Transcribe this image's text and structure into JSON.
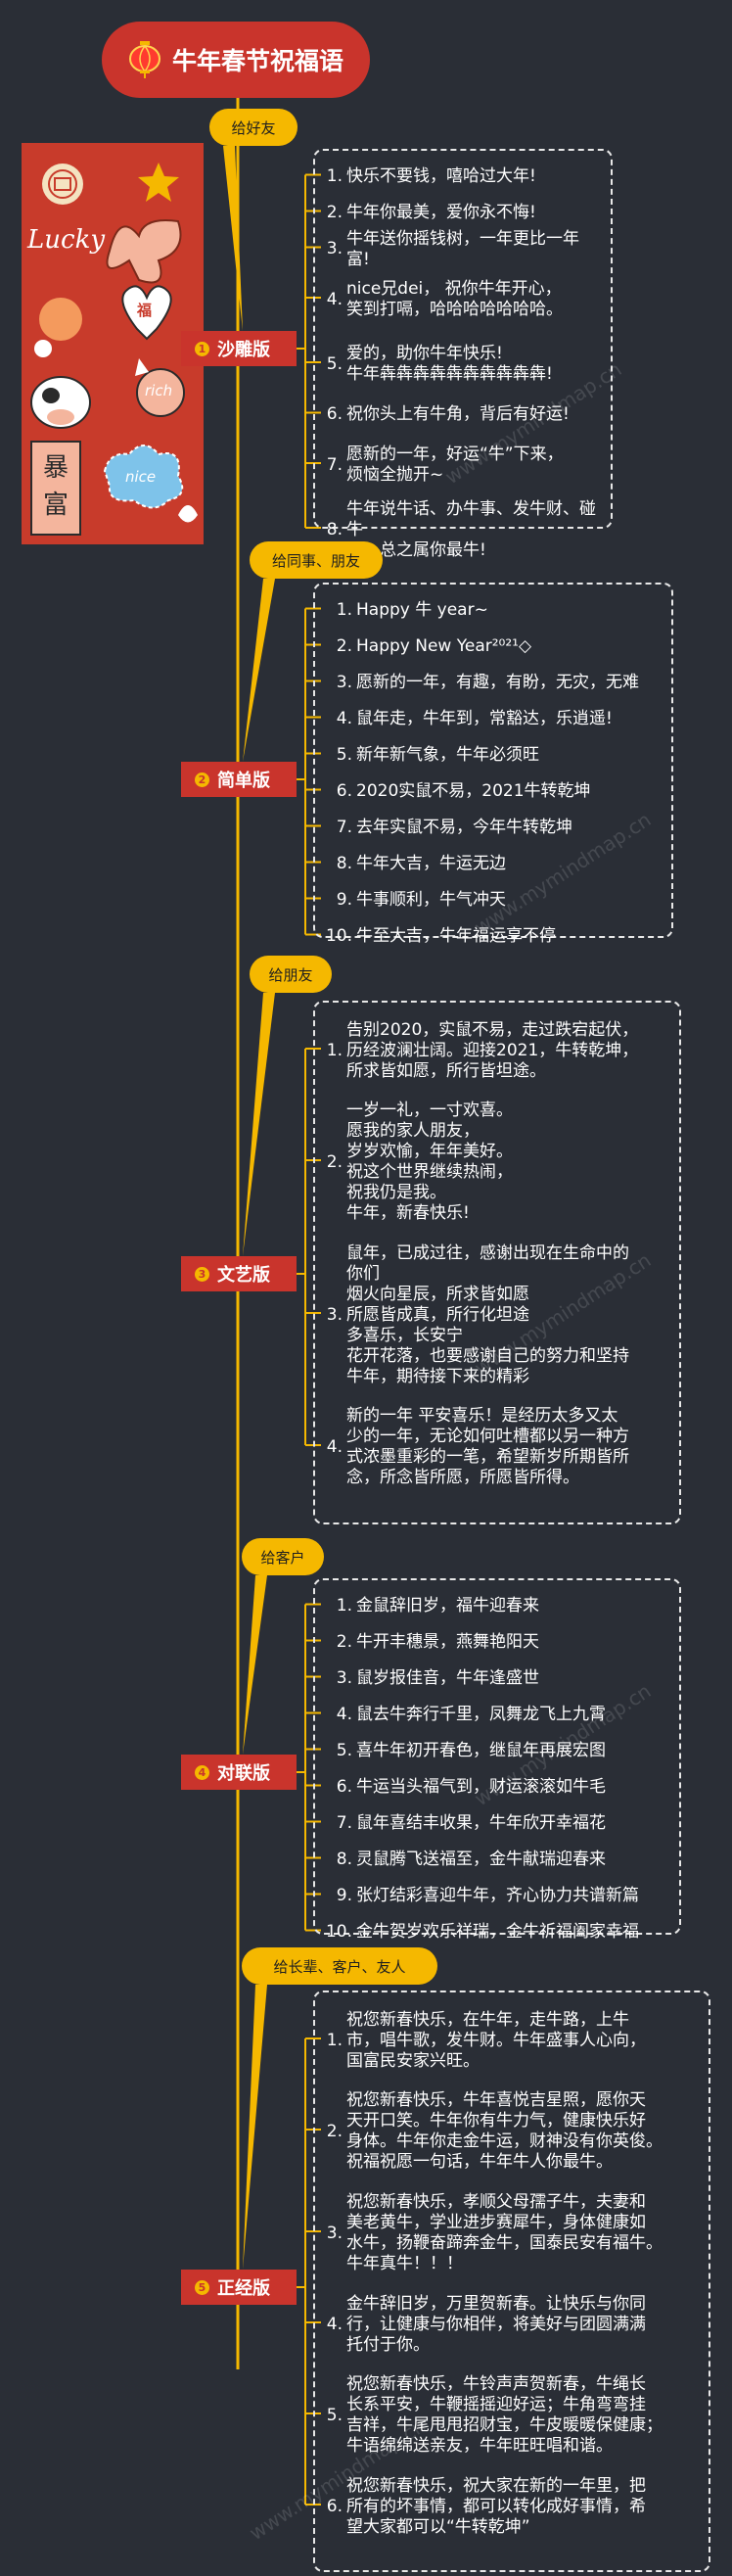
{
  "title": "牛年春节祝福语",
  "watermark": "www.mymindmap.cn",
  "decoration": {
    "lucky": "Lucky",
    "rich": "rich",
    "nice": "nice",
    "fu": "福",
    "seal": "暴富"
  },
  "colors": {
    "background": "#2a2e36",
    "title_fill": "#c9342c",
    "section_fill": "#c9342c",
    "audience_fill": "#f5b800",
    "line": "#f5b800"
  },
  "sections": [
    {
      "badge": "1",
      "label": "沙雕版",
      "audience": "给好友",
      "items": [
        {
          "num": "1.",
          "text": "快乐不要钱，嘻哈过大年!"
        },
        {
          "num": "2.",
          "text": "牛年你最美，爱你永不悔!"
        },
        {
          "num": "3.",
          "text": "牛年送你摇钱树，一年更比一年富!"
        },
        {
          "num": "4.",
          "text": "nice兄dei， 祝你牛年开心，\n笑到打嗝，哈哈哈哈哈哈哈。"
        },
        {
          "num": "5.",
          "text": "爱的，助你牛年快乐!\n牛年犇犇犇犇犇犇犇犇犇犇!"
        },
        {
          "num": "6.",
          "text": "祝你头上有牛角，背后有好运!"
        },
        {
          "num": "7.",
          "text": "愿新的一年，好运“牛”下来，\n烦恼全抛开~"
        },
        {
          "num": "8.",
          "text": "牛年说牛话、办牛事、发牛财、碰牛\n运，总之属你最牛!"
        }
      ]
    },
    {
      "badge": "2",
      "label": "简单版",
      "audience": "给同事、朋友",
      "items": [
        {
          "num": "1.",
          "text": "Happy 牛 year~"
        },
        {
          "num": "2.",
          "text": "Happy New Year²⁰²¹◇"
        },
        {
          "num": "3.",
          "text": "愿新的一年，有趣，有盼，无灾，无难"
        },
        {
          "num": "4.",
          "text": "鼠年走，牛年到，常豁达，乐逍遥!"
        },
        {
          "num": "5.",
          "text": "新年新气象，牛年必须旺"
        },
        {
          "num": "6.",
          "text": "2020实鼠不易，2021牛转乾坤"
        },
        {
          "num": "7.",
          "text": "去年实鼠不易，今年牛转乾坤"
        },
        {
          "num": "8.",
          "text": "牛年大吉，牛运无边"
        },
        {
          "num": "9.",
          "text": "牛事顺利，牛气冲天"
        },
        {
          "num": "10.",
          "text": "牛至大吉，牛年福运享不停"
        }
      ]
    },
    {
      "badge": "3",
      "label": "文艺版",
      "audience": "给朋友",
      "items": [
        {
          "num": "1.",
          "text": "告别2020，实鼠不易，走过跌宕起伏，\n历经波澜壮阔。迎接2021，牛转乾坤，\n所求皆如愿，所行皆坦途。"
        },
        {
          "num": "2.",
          "text": "一岁一礼，一寸欢喜。\n愿我的家人朋友，\n岁岁欢愉，年年美好。\n祝这个世界继续热闹，\n祝我仍是我。\n牛年，新春快乐!"
        },
        {
          "num": "3.",
          "text": "鼠年，已成过往，感谢出现在生命中的\n你们\n烟火向星辰，所求皆如愿\n所愿皆成真，所行化坦途\n多喜乐，长安宁\n花开花落，也要感谢自己的努力和坚持\n牛年，期待接下来的精彩"
        },
        {
          "num": "4.",
          "text": "新的一年 平安喜乐！是经历太多又太\n少的一年，无论如何吐槽都以另一种方\n式浓墨重彩的一笔，希望新岁所期皆所\n念，所念皆所愿，所愿皆所得。"
        }
      ]
    },
    {
      "badge": "4",
      "label": "对联版",
      "audience": "给客户",
      "items": [
        {
          "num": "1.",
          "text": "金鼠辞旧岁，福牛迎春来"
        },
        {
          "num": "2.",
          "text": "牛开丰穗景，燕舞艳阳天"
        },
        {
          "num": "3.",
          "text": "鼠岁报佳音，牛年逢盛世"
        },
        {
          "num": "4.",
          "text": "鼠去牛奔行千里，凤舞龙飞上九霄"
        },
        {
          "num": "5.",
          "text": "喜牛年初开春色，继鼠年再展宏图"
        },
        {
          "num": "6.",
          "text": "牛运当头福气到，财运滚滚如牛毛"
        },
        {
          "num": "7.",
          "text": "鼠年喜结丰收果，牛年欣开幸福花"
        },
        {
          "num": "8.",
          "text": "灵鼠腾飞送福至，金牛献瑞迎春来"
        },
        {
          "num": "9.",
          "text": "张灯结彩喜迎牛年，齐心协力共谱新篇"
        },
        {
          "num": "10.",
          "text": "金牛贺岁欢乐祥瑞，金牛祈福阖家幸福"
        }
      ]
    },
    {
      "badge": "5",
      "label": "正经版",
      "audience": "给长辈、客户、友人",
      "items": [
        {
          "num": "1.",
          "text": "祝您新春快乐，在牛年，走牛路，上牛\n市，唱牛歌，发牛财。牛年盛事人心向，\n国富民安家兴旺。"
        },
        {
          "num": "2.",
          "text": "祝您新春快乐，牛年喜悦吉星照，愿你天\n天开口笑。牛年你有牛力气，健康快乐好\n身体。牛年你走金牛运，财神没有你英俊。\n祝福祝愿一句话，牛年牛人你最牛。"
        },
        {
          "num": "3.",
          "text": "祝您新春快乐，孝顺父母孺子牛，夫妻和\n美老黄牛，学业进步赛犀牛，身体健康如\n水牛，扬鞭奋蹄奔金牛，国泰民安有福牛。\n牛年真牛！！！"
        },
        {
          "num": "4.",
          "text": "金牛辞旧岁，万里贺新春。让快乐与你同\n行，让健康与你相伴，将美好与团圆满满\n托付于你。"
        },
        {
          "num": "5.",
          "text": "祝您新春快乐，牛铃声声贺新春，牛绳长\n长系平安，牛鞭摇摇迎好运；牛角弯弯挂\n吉祥，牛尾甩甩招财宝，牛皮暖暖保健康；\n牛语绵绵送亲友，牛年旺旺唱和谐。"
        },
        {
          "num": "6.",
          "text": "祝您新春快乐，祝大家在新的一年里，把\n所有的坏事情，都可以转化成好事情，希\n望大家都可以“牛转乾坤”"
        }
      ]
    }
  ]
}
